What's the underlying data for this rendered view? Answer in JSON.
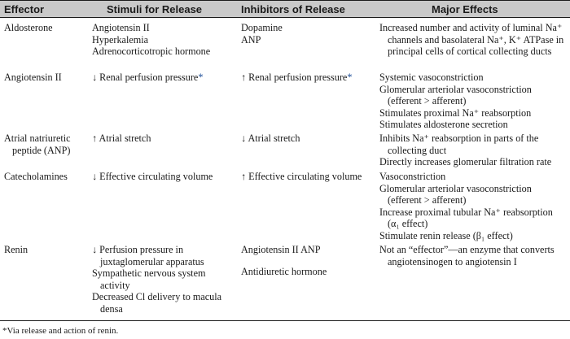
{
  "headers": [
    "Effector",
    "Stimuli for Release",
    "Inhibitors of Release",
    "Major Effects"
  ],
  "rows": [
    {
      "effector": [
        "Aldosterone"
      ],
      "stimuli": [
        "Angiotensin II",
        "Hyperkalemia",
        "Adrenocorticotropic hormone"
      ],
      "inhibitors": [
        "Dopamine",
        "ANP"
      ],
      "effects": [
        "Increased number and activity of luminal Na⁺ channels and basolateral Na⁺, K⁺ ATPase in principal cells of cortical collecting ducts"
      ]
    },
    {
      "effector": [
        "Angiotensin II"
      ],
      "stimuli": [
        "↓ Renal perfusion pressure*"
      ],
      "inhibitors": [
        "↑ Renal perfusion pressure*"
      ],
      "effects": [
        "Systemic vasoconstriction",
        "Glomerular arteriolar vasoconstriction (efferent > afferent)",
        "Stimulates proximal Na⁺ reabsorption",
        "Stimulates aldosterone secretion"
      ]
    },
    {
      "effector": [
        "Atrial natriuretic peptide (ANP)"
      ],
      "stimuli": [
        "↑ Atrial stretch"
      ],
      "inhibitors": [
        "↓ Atrial stretch"
      ],
      "effects": [
        "Inhibits Na⁺ reabsorption in parts of the collecting duct",
        "Directly increases glomerular filtration rate"
      ]
    },
    {
      "effector": [
        "Catecholamines"
      ],
      "stimuli": [
        "↓ Effective circulating volume"
      ],
      "inhibitors": [
        "↑ Effective circulating volume"
      ],
      "effects": [
        "Vasoconstriction",
        "Glomerular arteriolar vasoconstriction (efferent > afferent)",
        "Increase proximal tubular Na⁺ reabsorption (α₁ effect)",
        "Stimulate renin release (β₁ effect)"
      ]
    },
    {
      "effector": [
        "Renin"
      ],
      "stimuli": [
        "↓ Perfusion pressure in juxtaglomerular apparatus",
        "Sympathetic nervous system activity",
        "Decreased Cl delivery to macula densa"
      ],
      "inhibitors": [
        "Angiotensin II ANP",
        "Antidiuretic hormone"
      ],
      "effects": [
        "Not an “effector”—an enzyme that converts angiotensinogen to angiotensin I"
      ]
    }
  ],
  "footnote": "*Via release and action of renin."
}
